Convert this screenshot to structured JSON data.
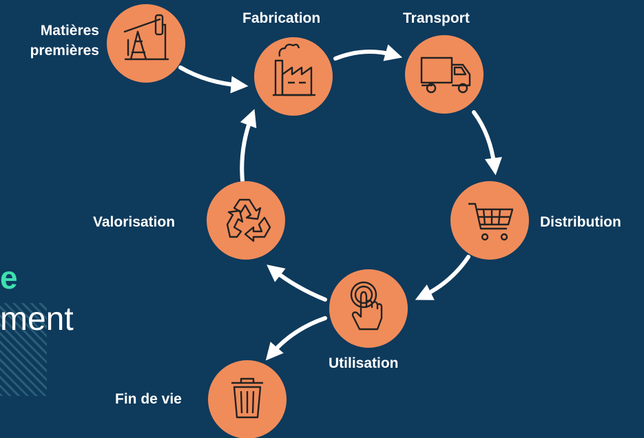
{
  "background_color": "#0e3a5c",
  "accent_color": "#f08c5a",
  "partial_text": {
    "green": "e",
    "white": "ment"
  },
  "stages": {
    "matieres": {
      "label_line1": "Matières",
      "label_line2": "premières",
      "icon": "oil-pump-icon"
    },
    "fabrication": {
      "label": "Fabrication",
      "icon": "factory-icon"
    },
    "transport": {
      "label": "Transport",
      "icon": "truck-icon"
    },
    "distribution": {
      "label": "Distribution",
      "icon": "shopping-cart-icon"
    },
    "utilisation": {
      "label": "Utilisation",
      "icon": "hand-tap-icon"
    },
    "valorisation": {
      "label": "Valorisation",
      "icon": "recycle-icon"
    },
    "fin_de_vie": {
      "label": "Fin de vie",
      "icon": "trash-can-icon"
    }
  }
}
